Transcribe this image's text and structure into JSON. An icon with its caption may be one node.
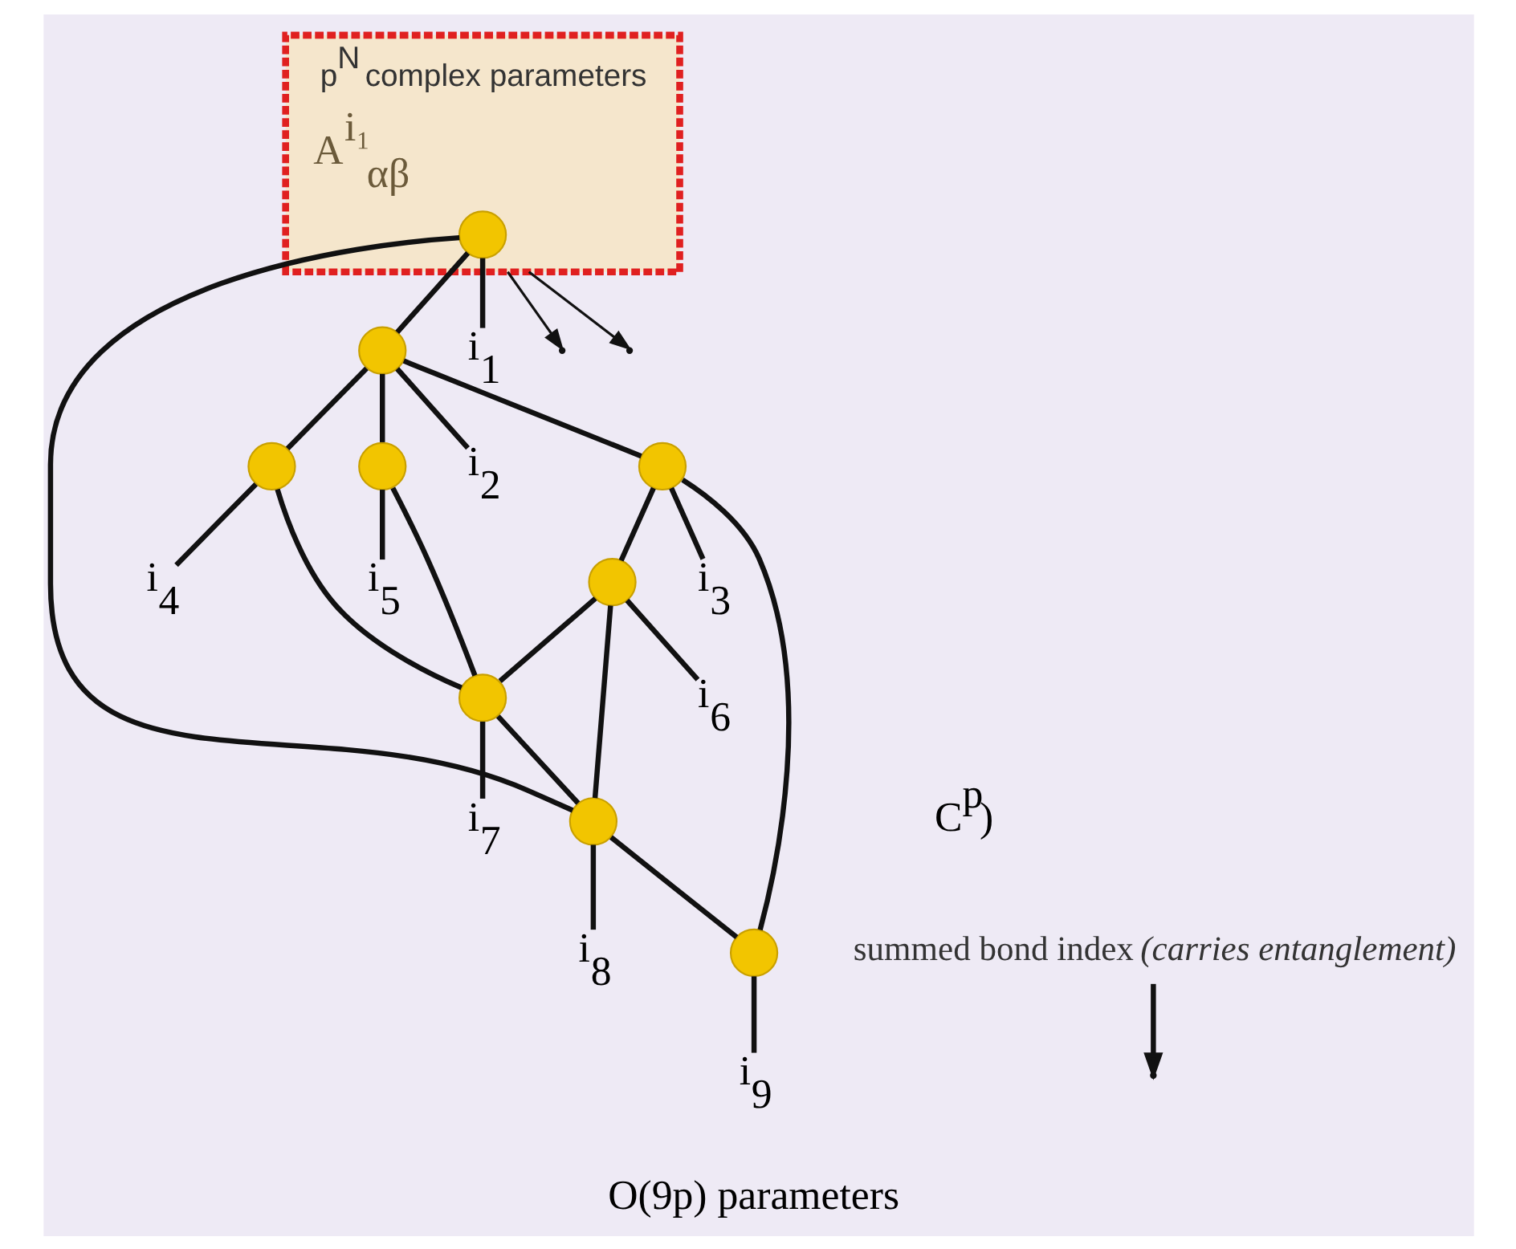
{
  "diagram": {
    "nodes": [
      {
        "text": [
          "A$^{i₁}$$_{αβ}$"
        ],
        "beside": [
          "p$^{N}$ complex parameters"
        ]
      },
      {
        "text": [],
        "shape": "circle",
        "in": 0,
        "beside": [
          "i$_{1}$"
        ]
      },
      {
        "text": [],
        "shape": "circle",
        "beside": [
          "i$_{2}$"
        ]
      },
      {
        "text": [],
        "shape": "circle",
        "beside": [
          "i$_{3}$"
        ]
      },
      {
        "text": [],
        "shape": "circle",
        "beside": [
          "i$_{4}$"
        ]
      },
      {
        "text": [],
        "shape": "circle",
        "beside": [
          "i$_{5}$"
        ]
      },
      {
        "text": [],
        "shape": "circle",
        "beside": [
          "i$_{6}$"
        ]
      },
      {
        "text": [],
        "shape": "circle",
        "beside": [
          "i$_{7}$"
        ]
      },
      {
        "text": [],
        "shape": "circle",
        "beside": [
          "i$_{8}$"
        ]
      },
      {
        "text": [],
        "shape": "circle",
        "beside": [
          "i$_{9}$"
        ]
      },
      {
        "text": [
          "summed bond index *(carries entanglement)*"
        ]
      }
    ],
    "edges": [
      {
        "from": 1,
        "to": 2,
        "arrow": "none"
      },
      {
        "from": 1,
        "to": 8,
        "arrow": "none"
      },
      {
        "from": 2,
        "to": 3,
        "arrow": "none"
      },
      {
        "from": 2,
        "to": 4,
        "arrow": "none"
      },
      {
        "from": 2,
        "to": 5,
        "arrow": "none"
      },
      {
        "from": 3,
        "to": 6,
        "arrow": "none"
      },
      {
        "from": 3,
        "to": 9,
        "arrow": "none"
      },
      {
        "from": 4,
        "to": 7,
        "arrow": "none"
      },
      {
        "from": 5,
        "to": 7,
        "arrow": "none"
      },
      {
        "from": 6,
        "to": 7,
        "arrow": "none"
      },
      {
        "from": 6,
        "to": 8,
        "arrow": "none"
      },
      {
        "from": 7,
        "to": 8,
        "arrow": "none"
      },
      {
        "from": 8,
        "to": 9,
        "arrow": "none"
      },
      {
        "from": 1,
        "to": null,
        "arrow": "none"
      },
      {
        "from": 2,
        "to": null,
        "arrow": "none"
      },
      {
        "from": 3,
        "to": null,
        "arrow": "none"
      },
      {
        "from": 4,
        "to": null,
        "arrow": "none"
      },
      {
        "from": 5,
        "to": null,
        "arrow": "none"
      },
      {
        "from": 6,
        "to": null,
        "arrow": "none"
      },
      {
        "from": 7,
        "to": null,
        "arrow": "none"
      },
      {
        "from": 8,
        "to": null,
        "arrow": "none"
      },
      {
        "from": 9,
        "to": null,
        "arrow": "none"
      },
      {
        "from": 0,
        "to": null,
        "arrow": "to"
      },
      {
        "from": 0,
        "to": null,
        "arrow": "to"
      },
      {
        "from": 10,
        "to": null,
        "arrow": "to"
      }
    ],
    "labels": [
      "C$^{p}$)",
      "O(9p) parameters"
    ]
  }
}
